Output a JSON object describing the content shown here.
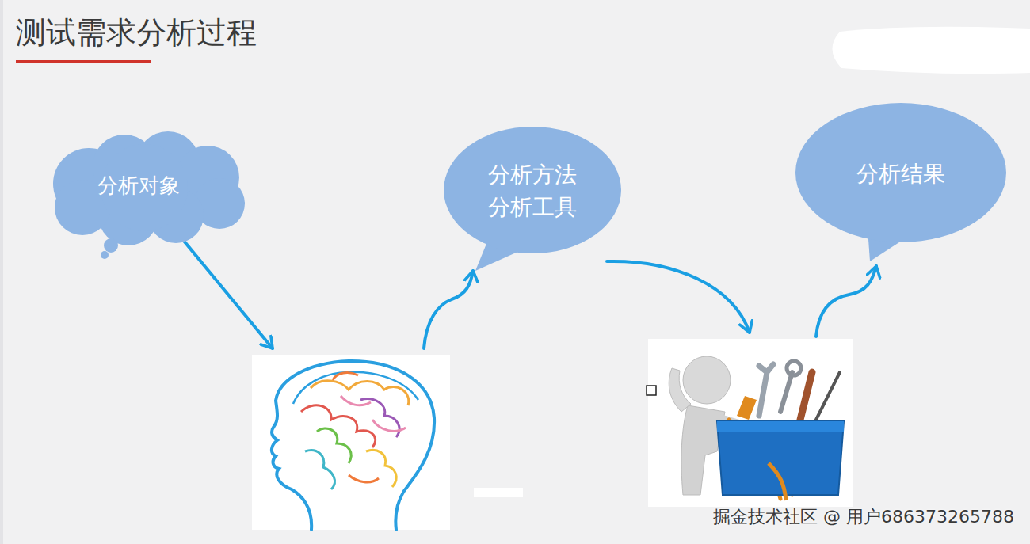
{
  "diagram": {
    "title": "测试需求分析过程",
    "nodes": [
      {
        "text": [
          "分析对象"
        ]
      },
      {
        "text": [
          "分析方法 分析工具"
        ]
      },
      {
        "text": [
          "分析结果"
        ]
      }
    ],
    "labels": [
      "掘金技术社区 @ 用户686373265788"
    ]
  }
}
